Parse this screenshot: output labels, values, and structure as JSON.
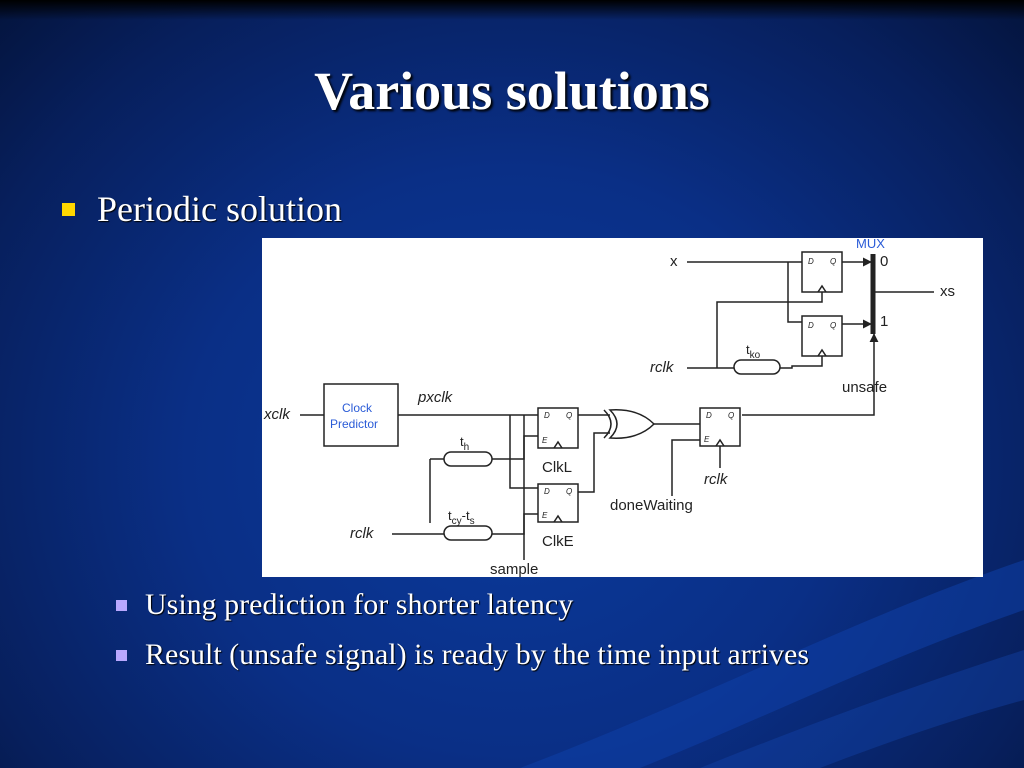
{
  "slide": {
    "title": "Various solutions",
    "bullet": "Periodic solution",
    "sub_bullets": [
      "Using prediction for shorter latency",
      "Result (unsafe signal) is ready by the time input arrives"
    ]
  },
  "diagram": {
    "inputs": {
      "x": "x",
      "xclk": "xclk",
      "rclk": "rclk"
    },
    "clock_predictor": [
      "Clock",
      "Predictor"
    ],
    "pxclk": "pxclk",
    "mux": {
      "label": "MUX",
      "in0": "0",
      "in1": "1"
    },
    "output": "xs",
    "unsafe": "unsafe",
    "delay_tko": {
      "base": "t",
      "sub": "ko"
    },
    "delay_th": {
      "base": "t",
      "sub": "h"
    },
    "delay_tcy": {
      "base1": "t",
      "sub1": "cy",
      "mid": "-t",
      "sub2": "s"
    },
    "ff_d": "D",
    "ff_q": "Q",
    "ff_e": "E",
    "clkl": "ClkL",
    "clke": "ClkE",
    "sample": "sample",
    "done_waiting": "doneWaiting",
    "rclk_mid": "rclk",
    "rclk_top": "rclk",
    "rclk_bottom": "rclk"
  }
}
